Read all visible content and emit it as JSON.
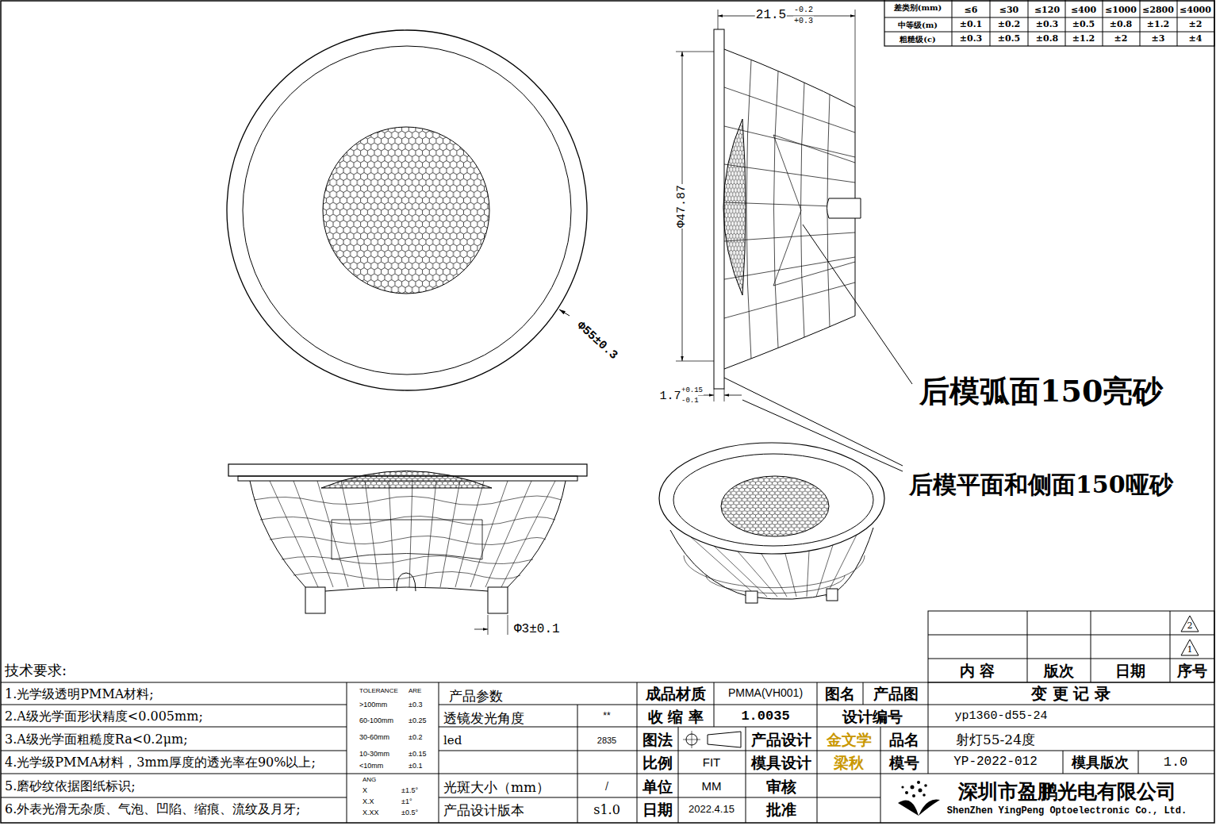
{
  "diagram": {
    "labels": [
      "差类别(mm)",
      "≤6",
      "≤30",
      "≤120",
      "≤400",
      "≤1000",
      "≤2800",
      "≤4000",
      "中等级(m)",
      "±0.1",
      "±0.2",
      "±0.3",
      "±0.5",
      "±0.8",
      "±1.2",
      "±2",
      "粗糙级(c)",
      "±0.3",
      "±0.5",
      "±0.8",
      "±1.2",
      "±2",
      "±3",
      "±4",
      "21.5",
      "-0.2",
      "+0.3",
      "Φ47.87",
      "Φ55±0.3",
      "1.7",
      "+0.15",
      "-0.1",
      "Φ3±0.1",
      "后模弧面150亮砂",
      "后模平面和侧面150哑砂",
      "技术要求:",
      "1.光学级透明PMMA材料;",
      "2.A级光学面形状精度<0.005mm;",
      "3.A级光学面粗糙度Ra<0.2μm;",
      "4.光学级PMMA材料，3mm厚度的透光率在90%以上;",
      "5.磨砂纹依据图纸标识;",
      "6.外表光滑无杂质、气泡、凹陷、缩痕、流纹及月牙;",
      "TOLERANCE",
      "ARE",
      ">100mm",
      "±0.3",
      "60-100mm",
      "±0.25",
      "30-60mm",
      "±0.2",
      "10-30mm",
      "±0.15",
      "<10mm",
      "±0.1",
      "ANG",
      "X",
      "±1.5°",
      "X.X",
      "±1°",
      "X.XX",
      "±0.5°",
      "产品参数",
      "透镜发光角度",
      "**",
      "led",
      "2835",
      "光斑大小（mm）",
      "/",
      "产品设计版本",
      "s1.0",
      "成品材质",
      "PMMA(VH001)",
      "图名",
      "产品图",
      "变 更 记 录",
      "收 缩 率",
      "1.0035",
      "设计编号",
      "yp1360-d55-24",
      "图法",
      "产品设计",
      "金文学",
      "品名",
      "射灯55-24度",
      "比例",
      "FIT",
      "模具设计",
      "梁秋",
      "模号",
      "YP-2022-012",
      "模具版次",
      "1.0",
      "单位",
      "MM",
      "审核",
      "日期",
      "2022.4.15",
      "批准",
      "深圳市盈鹏光电有限公司",
      "ShenZhen YingPeng Optoelectronic Co., Ltd.",
      "2",
      "1",
      "内 容",
      "版次",
      "日期",
      "序号"
    ]
  }
}
